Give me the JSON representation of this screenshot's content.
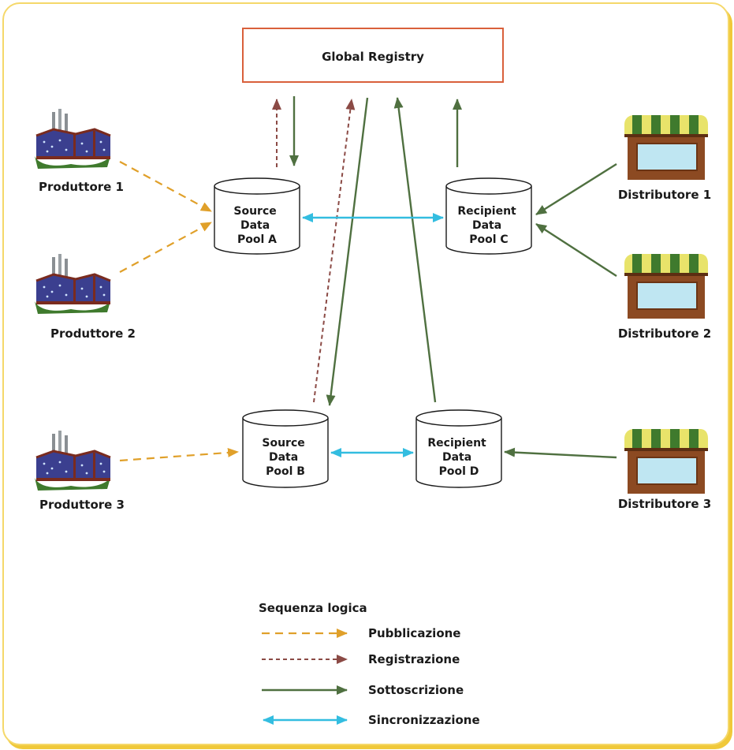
{
  "registry": {
    "label": "Global Registry",
    "border_color": "#d9603b"
  },
  "pools": {
    "a": [
      "Source",
      "Data",
      "Pool A"
    ],
    "b": [
      "Source",
      "Data",
      "Pool B"
    ],
    "c": [
      "Recipient",
      "Data",
      "Pool C"
    ],
    "d": [
      "Recipient",
      "Data",
      "Pool D"
    ]
  },
  "producers": [
    "Produttore 1",
    "Produttore 2",
    "Produttore 3"
  ],
  "distributors": [
    "Distributore 1",
    "Distributore 2",
    "Distributore 3"
  ],
  "legend": {
    "title": "Sequenza logica",
    "items": [
      {
        "label": "Pubblicazione",
        "color": "#e0a02a",
        "style": "dashed"
      },
      {
        "label": "Registrazione",
        "color": "#8b4a45",
        "style": "dotted"
      },
      {
        "label": "Sottoscrizione",
        "color": "#4f7040",
        "style": "solid"
      },
      {
        "label": "Sincronizzazione",
        "color": "#33bde0",
        "style": "double"
      }
    ]
  },
  "colors": {
    "frame": "#f5d86a",
    "publication": "#e0a02a",
    "registration": "#8b4a45",
    "subscription": "#4f7040",
    "synchronization": "#33bde0"
  }
}
